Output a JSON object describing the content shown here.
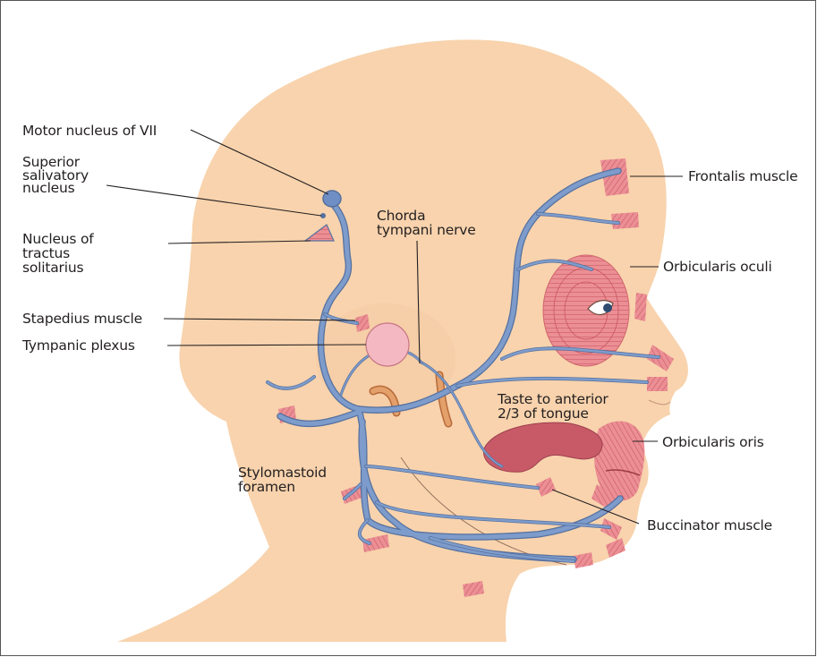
{
  "labels": {
    "motor_nucleus": "Motor nucleus of VII",
    "superior_salivatory": [
      "Superior",
      "salivatory",
      "nucleus"
    ],
    "nucleus_tractus": [
      "Nucleus of",
      "tractus",
      "solitarius"
    ],
    "stapedius": "Stapedius muscle",
    "tympanic_plexus": "Tympanic plexus",
    "chorda_tympani": [
      "Chorda",
      "tympani nerve"
    ],
    "stylomastoid": [
      "Stylomastoid",
      "foramen"
    ],
    "taste": [
      "Taste to anterior",
      "2/3 of tongue"
    ],
    "frontalis": "Frontalis muscle",
    "orbicularis_oculi": "Orbicularis oculi",
    "orbicularis_oris": "Orbicularis oris",
    "buccinator": "Buccinator muscle"
  },
  "colors": {
    "skin": "#f8d3ad",
    "nerve": "#7e9ccb",
    "nerve_edge": "#55709f",
    "muscle": "#e8868c",
    "muscle_line": "#c2505a",
    "tongue": "#c85a68",
    "plexus": "#f4b8c2",
    "leader": "#231f20"
  }
}
